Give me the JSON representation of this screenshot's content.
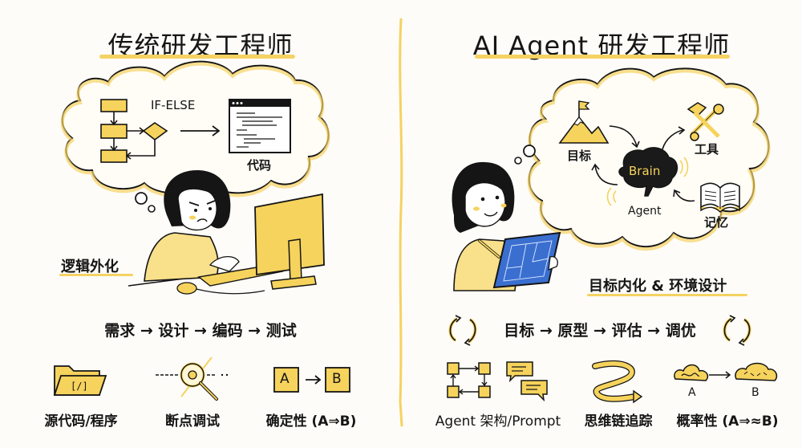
{
  "left": {
    "title": "传统研发工程师",
    "thought": {
      "flow_label": "IF-ELSE",
      "code_label": "代码"
    },
    "side_label": "逻辑外化",
    "process": "需求 → 设计 → 编码 → 测试",
    "features": [
      {
        "icon": "folder-code-icon",
        "label": "源代码/程序",
        "glyph": "[/]"
      },
      {
        "icon": "magnifier-breakpoint-icon",
        "label": "断点调试"
      },
      {
        "icon": "a-to-b-icon",
        "label": "确定性 (A⇒B)",
        "a": "A",
        "b": "B"
      }
    ]
  },
  "right": {
    "title": "AI Agent 研发工程师",
    "thought": {
      "goal_label": "目标",
      "tools_label": "工具",
      "brain_label": "Brain",
      "agent_label": "Agent",
      "memory_label": "记忆"
    },
    "side_label": "目标内化 & 环境设计",
    "process": "目标 → 原型 → 评估 → 调优",
    "features": [
      {
        "icon": "agent-architecture-prompt-icon",
        "label": "Agent 架构/Prompt"
      },
      {
        "icon": "chain-of-thought-arrow-icon",
        "label": "思维链追踪"
      },
      {
        "icon": "cloud-a-to-b-icon",
        "label": "概率性 (A⇒≈B)",
        "a": "A",
        "b": "B"
      }
    ]
  },
  "colors": {
    "accent_yellow": "#f5d262",
    "fill_yellow": "#f6d35c",
    "ink": "#151515",
    "tablet_blue": "#3a6fd0",
    "background": "#fdfcf8"
  }
}
